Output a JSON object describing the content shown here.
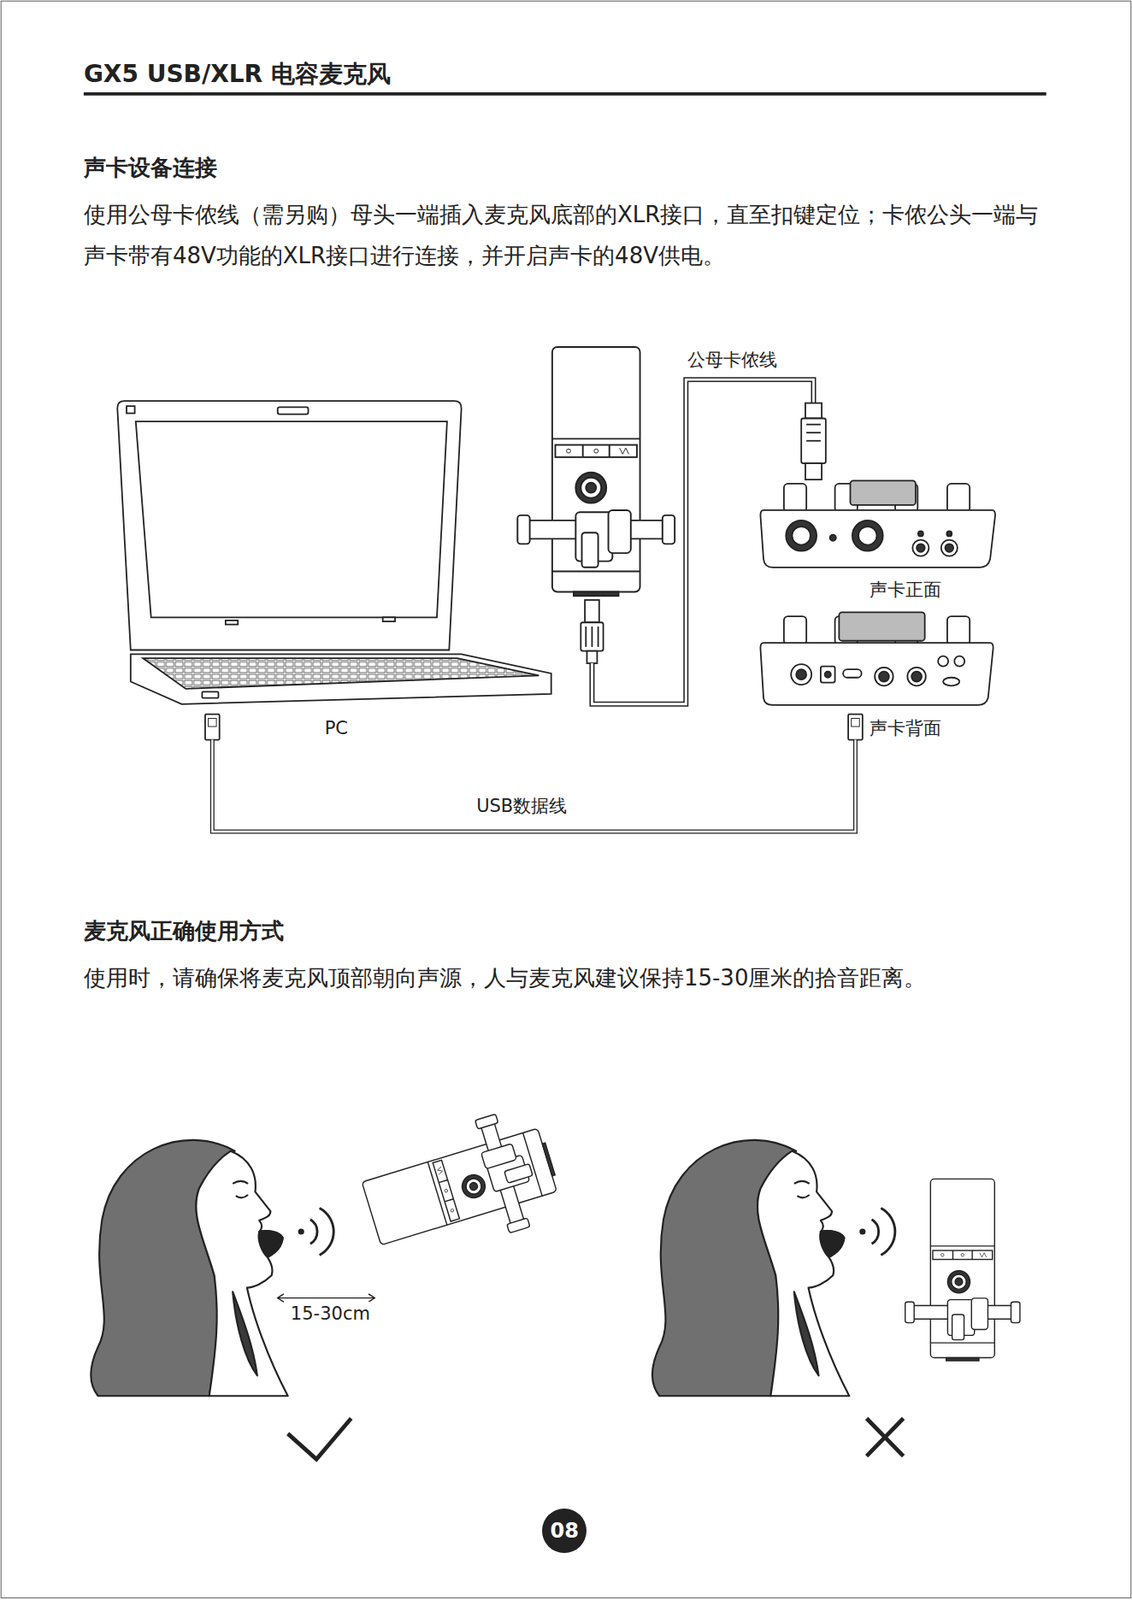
{
  "diagram": {
    "title": "GX5 USB/XLR 电容麦克风",
    "nodes": [
      {
        "text": [
          "PC"
        ]
      },
      {
        "text": [
          "声卡正面"
        ]
      },
      {
        "text": [
          "声卡背面"
        ]
      },
      {
        "text": [
          "08"
        ]
      }
    ],
    "edges": [
      {
        "from": 0,
        "to": 2,
        "label": "USB数据线",
        "arrow": "none"
      }
    ],
    "labels": [
      "声卡设备连接",
      "使用公母卡侬线（需另购）母头一端插入麦克风底部的XLR接口，直至扣键定位；卡侬公头一端与声卡带有48V功能的XLR接口进行连接，并开启声卡的48V供电。",
      "公母卡侬线",
      "麦克风正确使用方式",
      "使用时，请确保将麦克风顶部朝向声源，人与麦克风建议保持15-30厘米的拾音距离。",
      "15-30cm"
    ]
  }
}
